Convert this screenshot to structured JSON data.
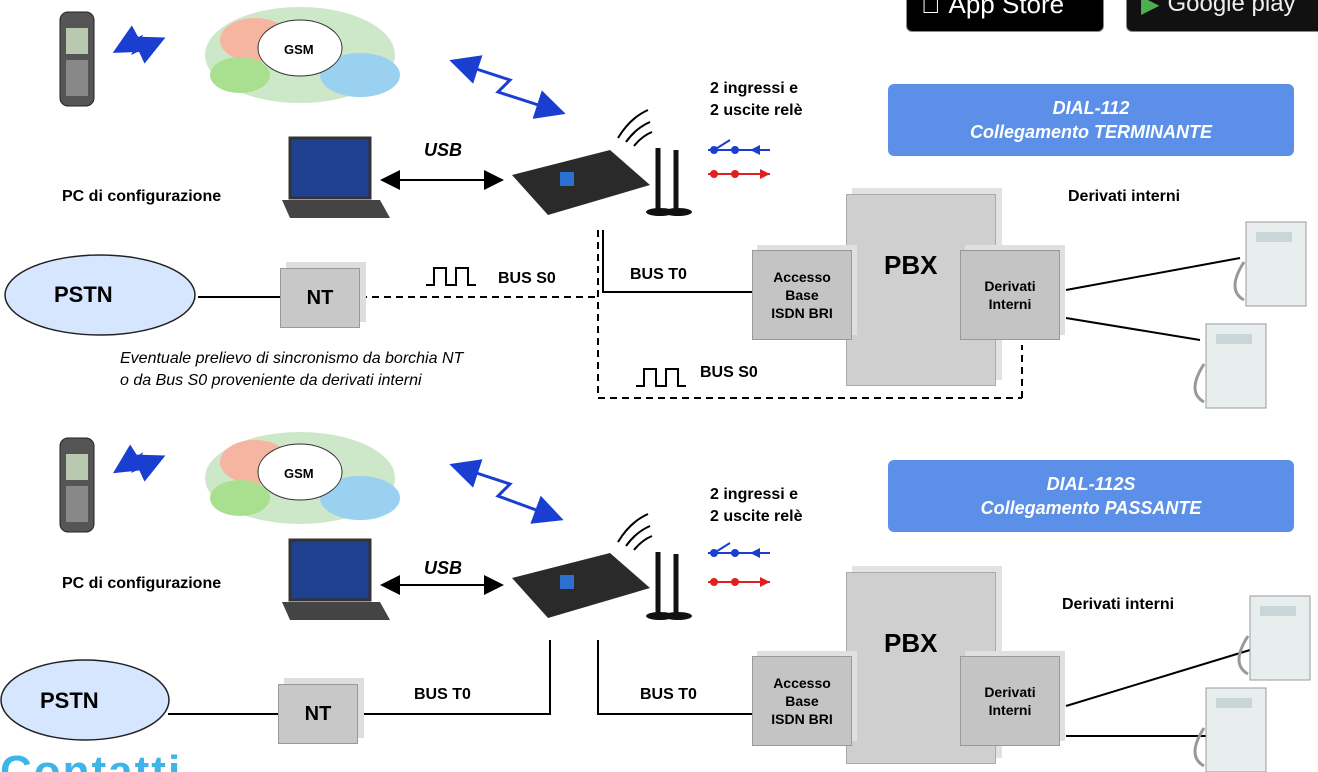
{
  "stores": {
    "app_store": "App Store",
    "google_play": "Google play"
  },
  "top": {
    "gsm": "GSM",
    "usb": "USB",
    "pc_label": "PC di configurazione",
    "relay_line1": "2 ingressi e",
    "relay_line2": "2 uscite relè",
    "banner_line1": "DIAL-112",
    "banner_line2": "Collegamento TERMINANTE",
    "derivati_title": "Derivati interni",
    "pstn": "PSTN",
    "nt": "NT",
    "bus_s0_a": "BUS S0",
    "bus_t0": "BUS T0",
    "bus_s0_b": "BUS S0",
    "accesso": "Accesso\nBase\nISDN BRI",
    "pbx": "PBX",
    "derivati_box": "Derivati\nInterni",
    "note_line1": "Eventuale prelievo di sincronismo da borchia NT",
    "note_line2": "o da Bus S0 proveniente da derivati interni"
  },
  "bottom": {
    "gsm": "GSM",
    "usb": "USB",
    "pc_label": "PC di configurazione",
    "relay_line1": "2 ingressi e",
    "relay_line2": "2 uscite relè",
    "banner_line1": "DIAL-112S",
    "banner_line2": "Collegamento PASSANTE",
    "derivati_title": "Derivati interni",
    "pstn": "PSTN",
    "nt": "NT",
    "bus_t0_a": "BUS T0",
    "bus_t0_b": "BUS T0",
    "accesso": "Accesso\nBase\nISDN BRI",
    "pbx": "PBX",
    "derivati_box": "Derivati\nInterni"
  },
  "footer_text": "Contatti"
}
